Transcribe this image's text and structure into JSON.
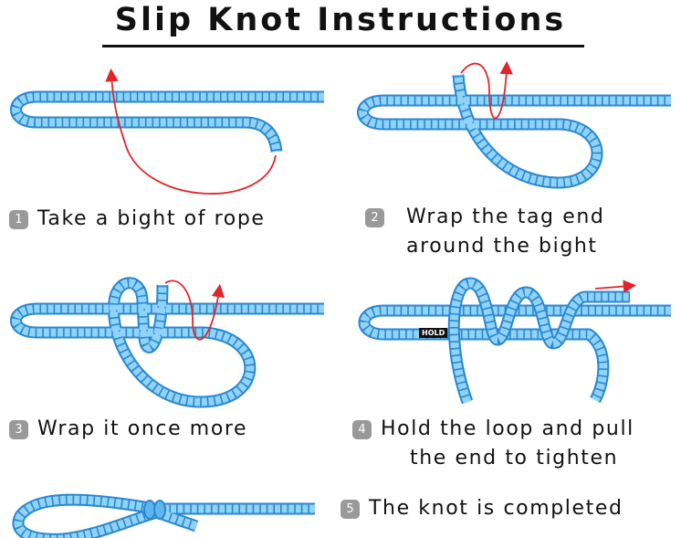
{
  "title": "Slip Knot Instructions",
  "steps": [
    {
      "number": "1",
      "lines": [
        "Take a bight of rope"
      ]
    },
    {
      "number": "2",
      "lines": [
        "Wrap the tag end",
        "around the bight"
      ]
    },
    {
      "number": "3",
      "lines": [
        "Wrap it once more"
      ]
    },
    {
      "number": "4",
      "lines": [
        "Hold the loop and pull",
        "the end to tighten"
      ]
    },
    {
      "number": "5",
      "lines": [
        "The knot is completed"
      ]
    }
  ],
  "hold_label": "HOLD",
  "colors": {
    "rope": "#2b87cf",
    "rope_light": "#8fd3f8",
    "arrow": "#e0252b",
    "badge": "#999999"
  }
}
